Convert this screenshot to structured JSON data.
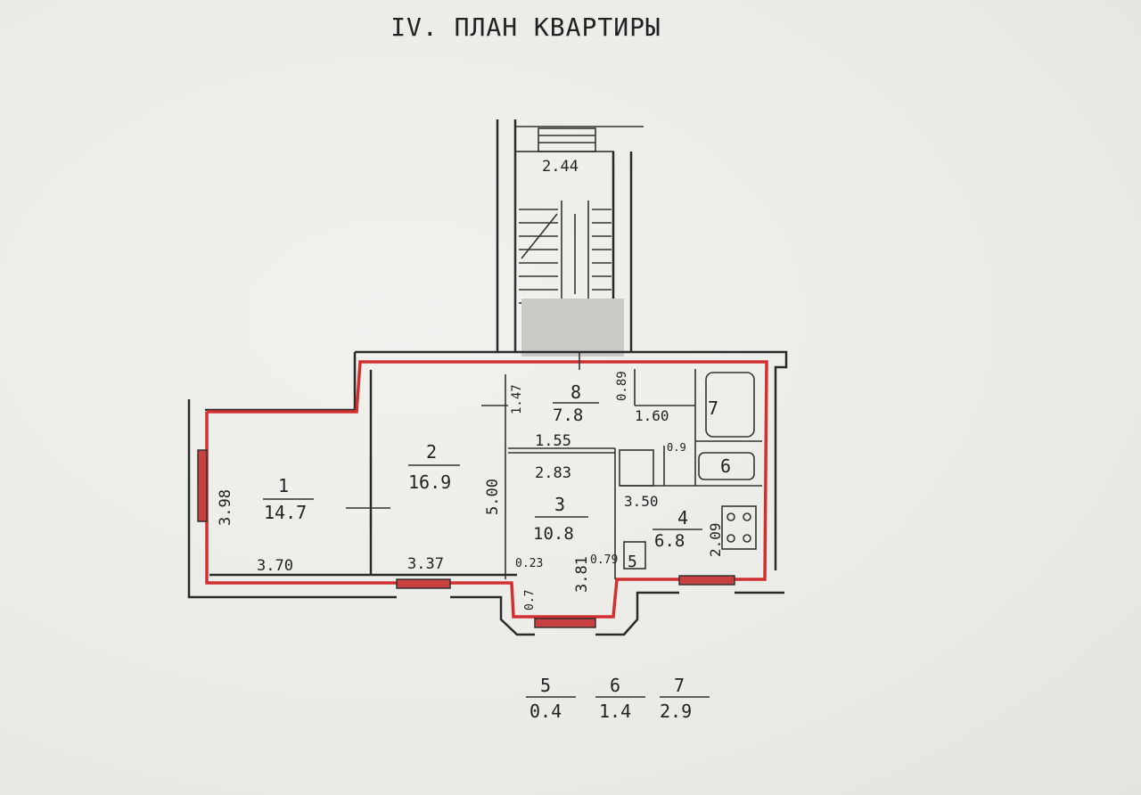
{
  "title": "IV. ПЛАН КВАРТИРЫ",
  "stair": {
    "width": "2.44"
  },
  "rooms": [
    {
      "num": "1",
      "area": "14.7",
      "dim_a": "3.70",
      "dim_b": "3.98"
    },
    {
      "num": "2",
      "area": "16.9",
      "dim_a": "3.37",
      "dim_b": "5.00"
    },
    {
      "num": "3",
      "area": "10.8",
      "dim_a": "2.83",
      "dim_b": "3.81"
    },
    {
      "num": "4",
      "area": "6.8",
      "dim_a": "3.50",
      "dim_b": "2.09"
    },
    {
      "num": "8",
      "area": "7.8",
      "dim_a": "1.55",
      "dim_b": "1.47"
    }
  ],
  "extra_dims": {
    "d160": "1.60",
    "d089": "0.89",
    "d09": "0.9",
    "d023": "0.23",
    "d07": "0.7",
    "d079": "0.79"
  },
  "small_rooms": {
    "r5": "5",
    "r6": "6",
    "r7": "7"
  },
  "legend": [
    {
      "num": "5",
      "area": "0.4"
    },
    {
      "num": "6",
      "area": "1.4"
    },
    {
      "num": "7",
      "area": "2.9"
    }
  ],
  "colors": {
    "outline": "#d23030",
    "ink": "#222222"
  }
}
